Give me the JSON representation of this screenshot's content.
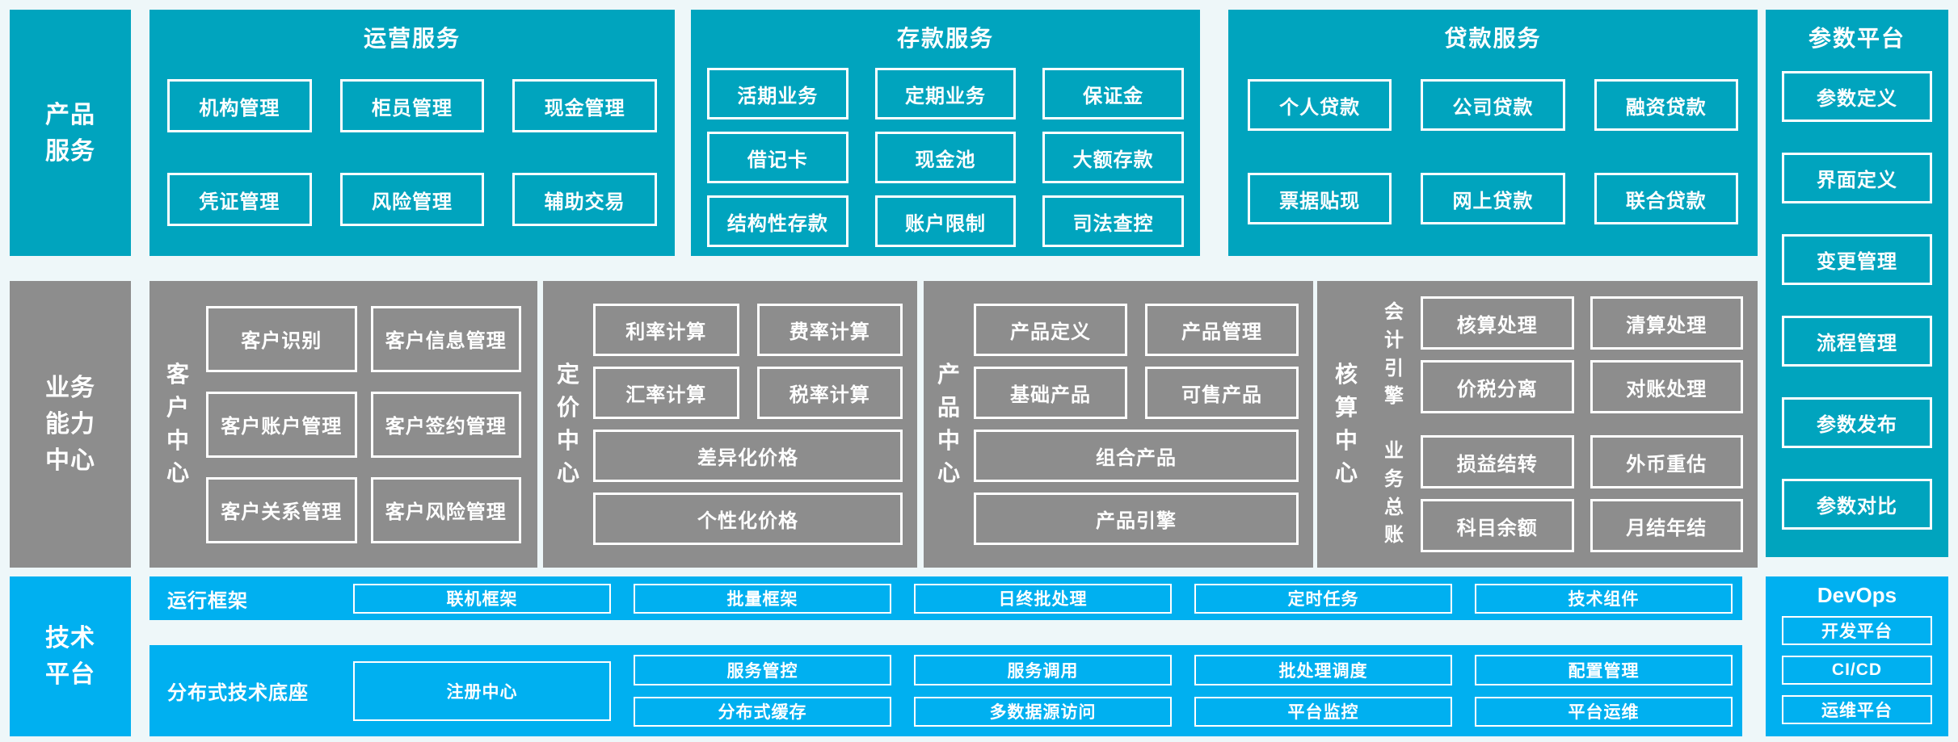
{
  "colors": {
    "teal": "#00a4be",
    "gray": "#8d8d8d",
    "blue": "#00b0f0",
    "box_border": "#ffffff",
    "text": "#ffffff",
    "background": "#eef7f9"
  },
  "sidebar": {
    "product": "产品服务",
    "business": "业务能力中心",
    "tech": "技术平台"
  },
  "operation_services": {
    "title": "运营服务",
    "items": [
      "机构管理",
      "柜员管理",
      "现金管理",
      "凭证管理",
      "风险管理",
      "辅助交易"
    ]
  },
  "deposit_services": {
    "title": "存款服务",
    "items": [
      "活期业务",
      "定期业务",
      "保证金",
      "借记卡",
      "现金池",
      "大额存款",
      "结构性存款",
      "账户限制",
      "司法查控"
    ]
  },
  "loan_services": {
    "title": "贷款服务",
    "items": [
      "个人贷款",
      "公司贷款",
      "融资贷款",
      "票据贴现",
      "网上贷款",
      "联合贷款"
    ]
  },
  "parameter_platform": {
    "title": "参数平台",
    "items": [
      "参数定义",
      "界面定义",
      "变更管理",
      "流程管理",
      "参数发布",
      "参数对比"
    ]
  },
  "customer_center": {
    "title": "客户中心",
    "items": [
      "客户识别",
      "客户信息管理",
      "客户账户管理",
      "客户签约管理",
      "客户关系管理",
      "客户风险管理"
    ]
  },
  "pricing_center": {
    "title": "定价中心",
    "grid_items": [
      "利率计算",
      "费率计算",
      "汇率计算",
      "税率计算"
    ],
    "wide_items": [
      "差异化价格",
      "个性化价格"
    ]
  },
  "product_center": {
    "title": "产品中心",
    "grid_items": [
      "产品定义",
      "产品管理",
      "基础产品",
      "可售产品"
    ],
    "wide_items": [
      "组合产品",
      "产品引擎"
    ]
  },
  "accounting_center": {
    "title": "核算中心",
    "groups": [
      {
        "label": "会计引擎",
        "items": [
          "核算处理",
          "清算处理",
          "价税分离",
          "对账处理"
        ]
      },
      {
        "label": "业务总账",
        "items": [
          "损益结转",
          "外币重估",
          "科目余额",
          "月结年结"
        ]
      }
    ]
  },
  "runtime_framework": {
    "label": "运行框架",
    "items": [
      "联机框架",
      "批量框架",
      "日终批处理",
      "定时任务",
      "技术组件"
    ]
  },
  "distributed_base": {
    "label": "分布式技术底座",
    "registry": "注册中心",
    "columns": [
      [
        "服务管控",
        "分布式缓存"
      ],
      [
        "服务调用",
        "多数据源访问"
      ],
      [
        "批处理调度",
        "平台监控"
      ],
      [
        "配置管理",
        "平台运维"
      ]
    ]
  },
  "devops": {
    "title": "DevOps",
    "items": [
      "开发平台",
      "CI/CD",
      "运维平台"
    ]
  }
}
